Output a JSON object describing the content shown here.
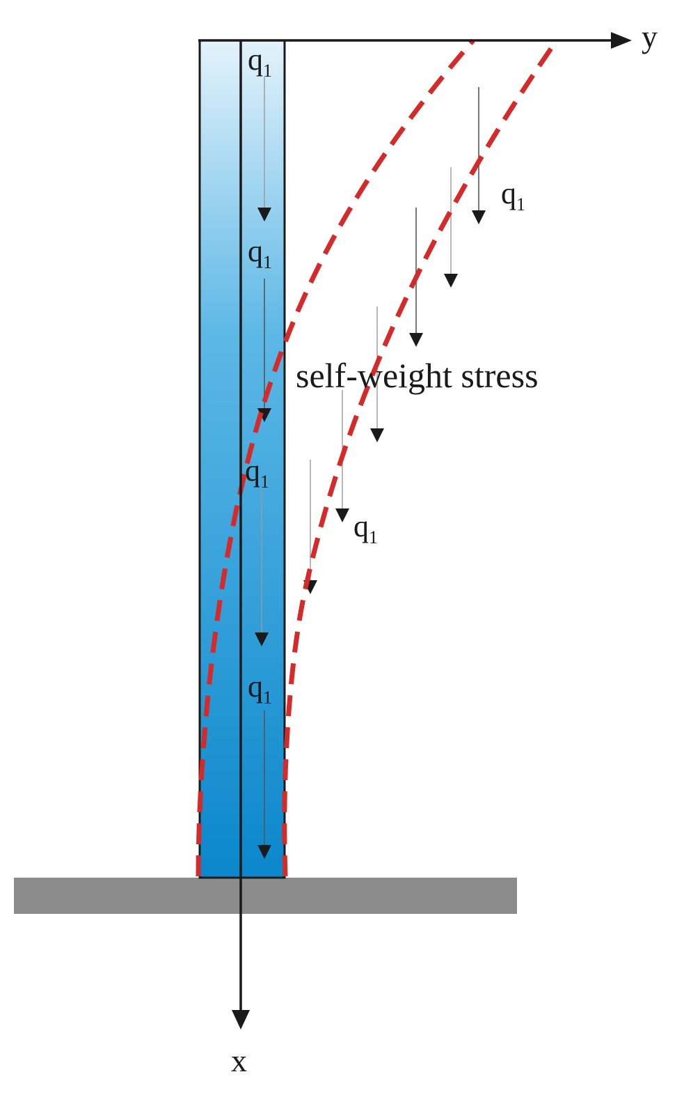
{
  "diagram": {
    "axes": {
      "horizontal_label": "y",
      "vertical_label": "x"
    },
    "load_symbol": {
      "base": "q",
      "subscript": "1"
    },
    "annotation": "self-weight stress",
    "colors": {
      "column_top": "#e4f2fb",
      "column_bottom": "#0b87cc",
      "deflection_curve": "#d42a2a",
      "ground": "#8c8c8c",
      "axis": "#1a1a1a"
    }
  }
}
